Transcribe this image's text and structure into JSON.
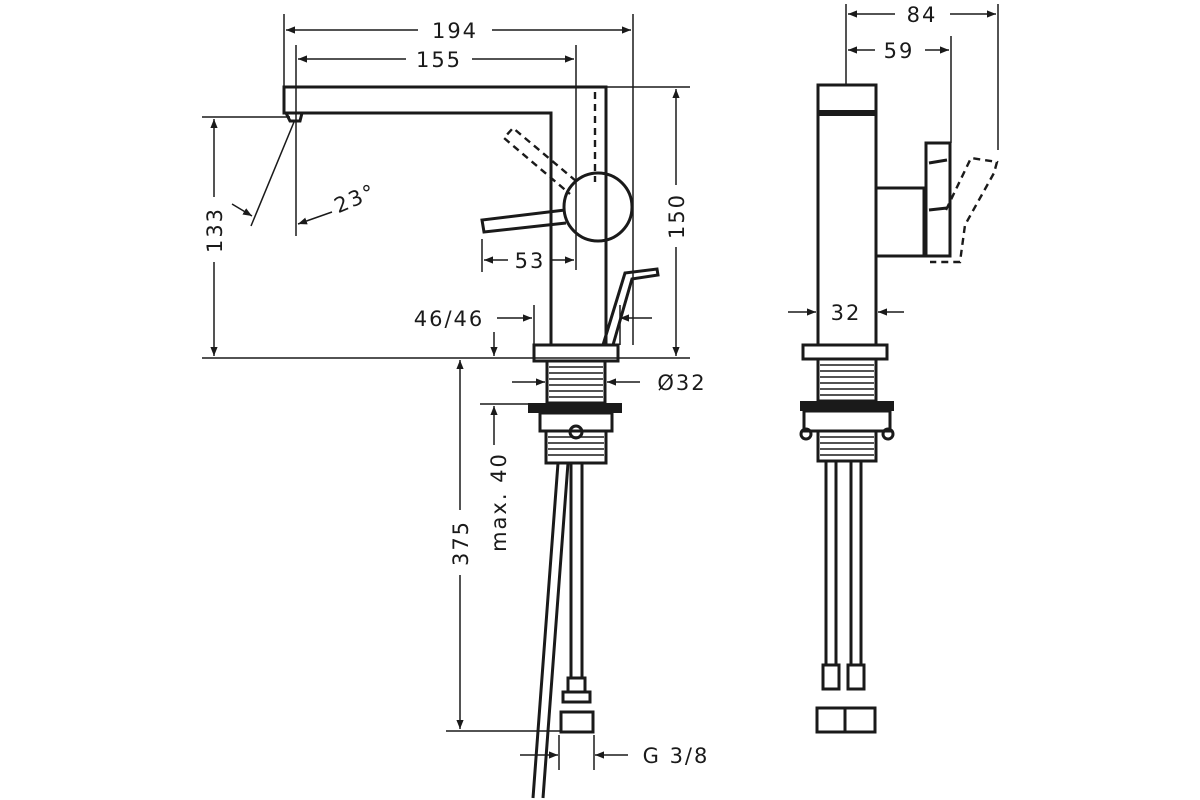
{
  "dimensions": {
    "d194": "194",
    "d155": "155",
    "d84": "84",
    "d59": "59",
    "d150": "150",
    "d133": "133",
    "angle": "23°",
    "d53": "53",
    "d46_46": "46/46",
    "d32": "32",
    "dia32": "Ø32",
    "max40": "max. 40",
    "d375": "375",
    "g38": "G 3/8"
  }
}
